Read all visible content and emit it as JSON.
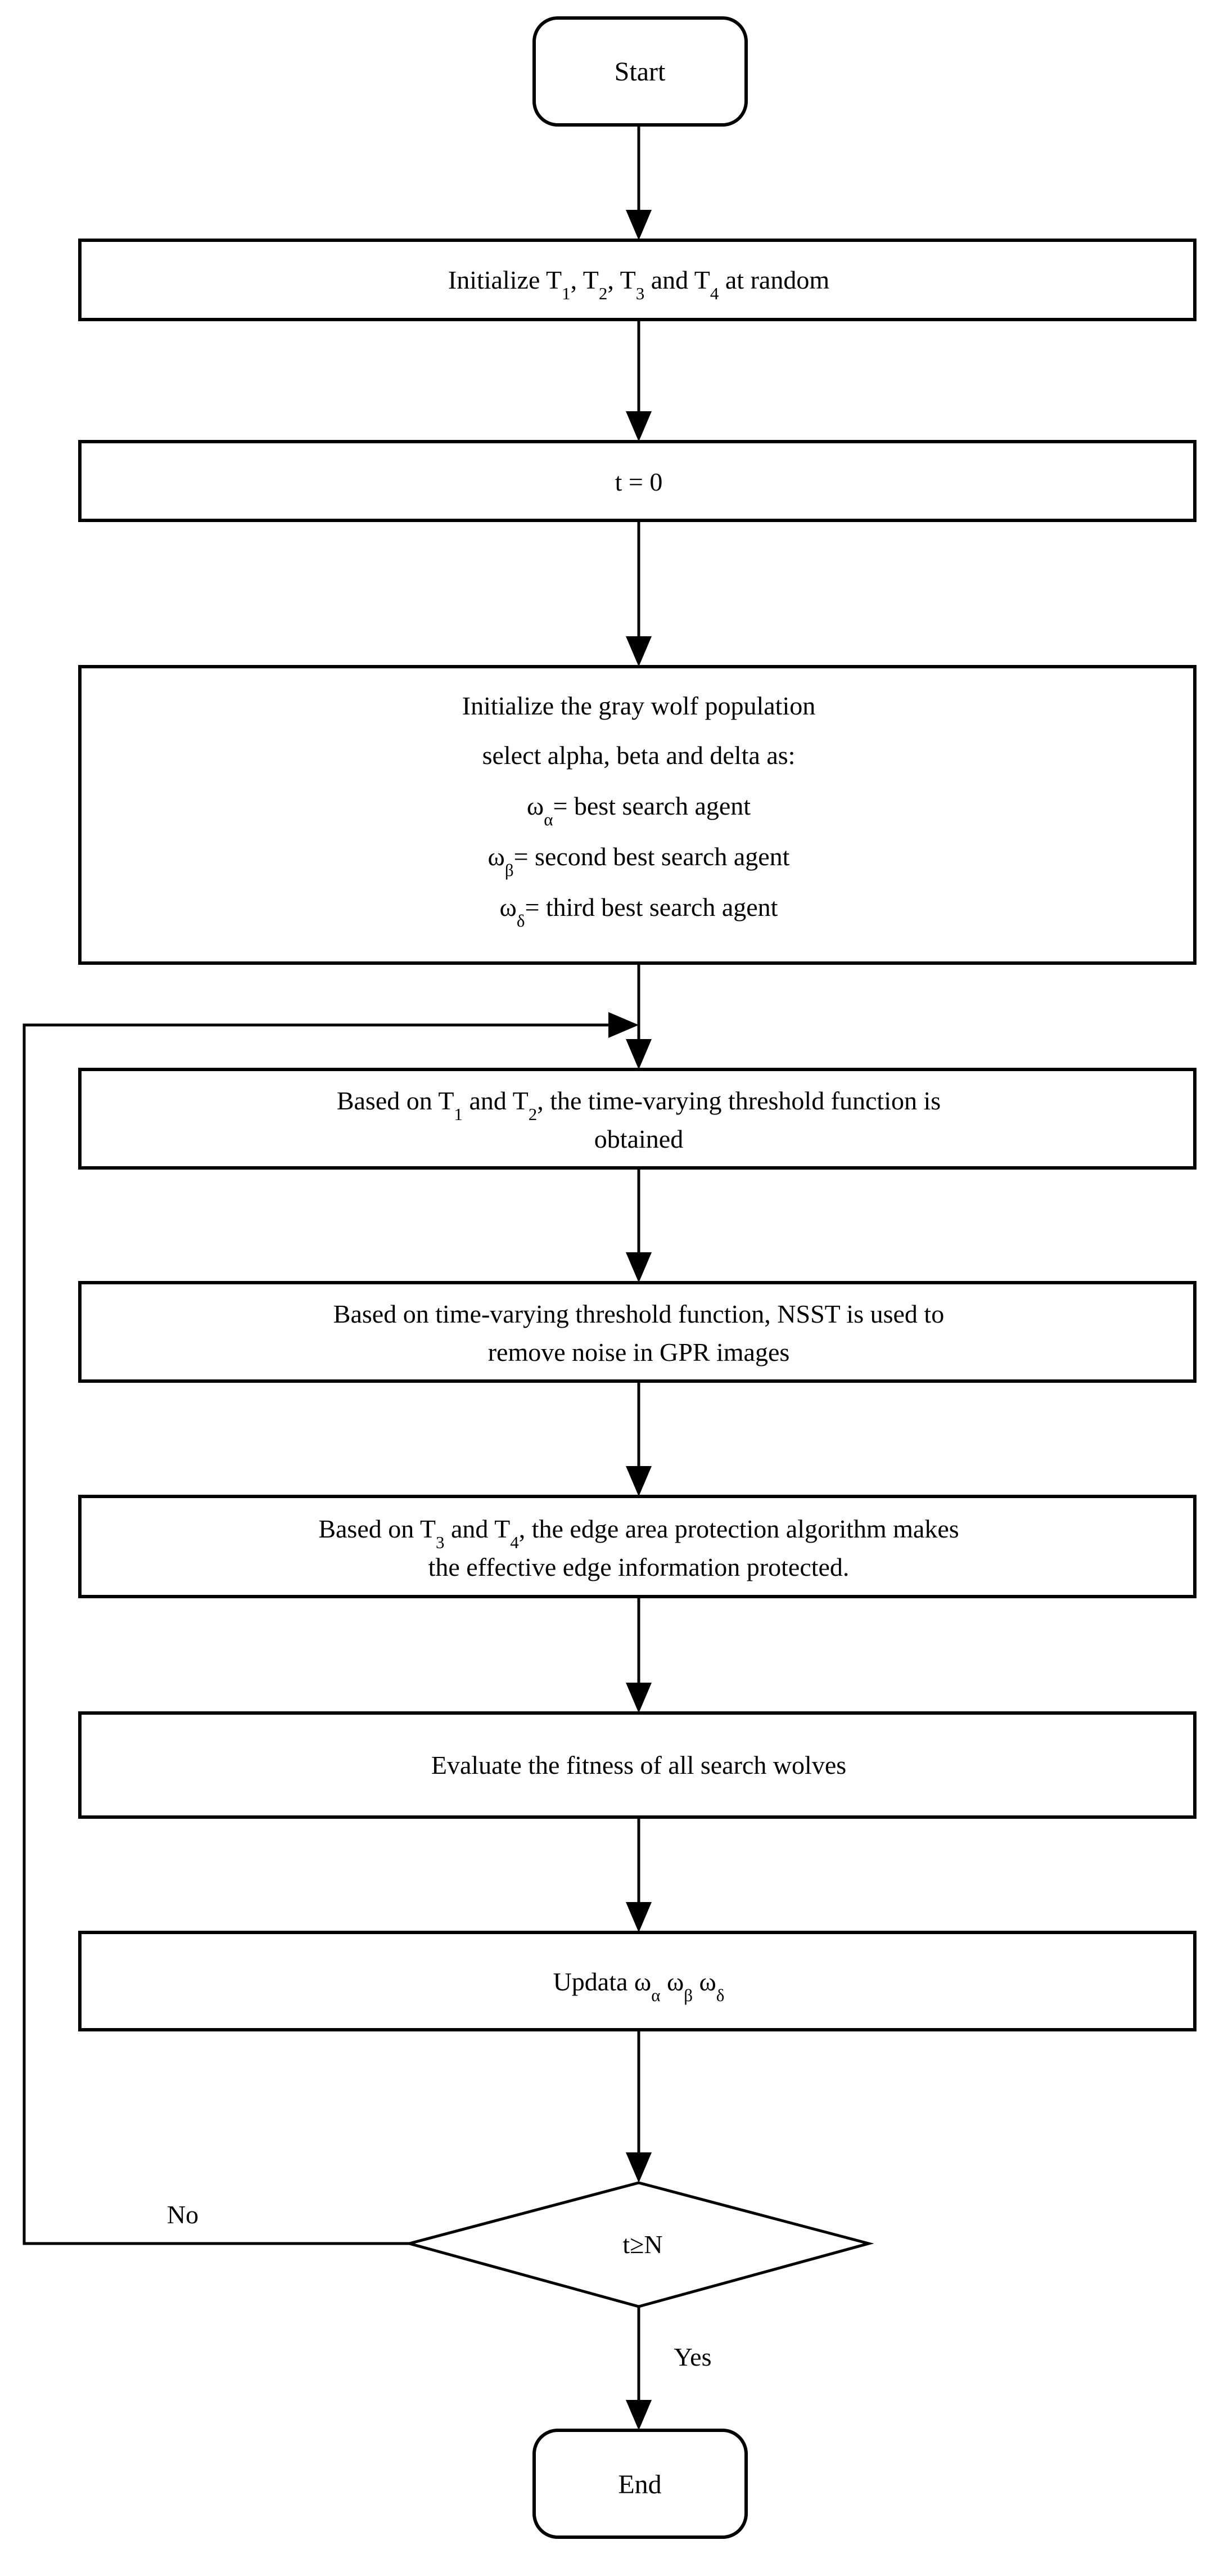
{
  "diagram": {
    "title": "GWO-based NSST GPR image denoising flowchart",
    "type": "flowchart",
    "background_color": "#ffffff",
    "line_color": "#000000",
    "text_color": "#000000"
  },
  "nodes": {
    "start": {
      "id": "start",
      "shape": "rounded-rectangle",
      "label": "Start"
    },
    "init_thresholds": {
      "id": "init-thresholds",
      "shape": "rectangle",
      "label_parts": [
        {
          "text": "Initialize T"
        },
        {
          "text": "1",
          "sub": true
        },
        {
          "text": ", T"
        },
        {
          "text": "2",
          "sub": true
        },
        {
          "text": ", T"
        },
        {
          "text": "3",
          "sub": true
        },
        {
          "text": " and T"
        },
        {
          "text": "4",
          "sub": true
        },
        {
          "text": " at random"
        }
      ],
      "plain_label": "Initialize T1, T2, T3 and T4 at random"
    },
    "t_zero": {
      "id": "t-zero",
      "shape": "rectangle",
      "label": "t = 0"
    },
    "init_wolves": {
      "id": "init-wolf-population",
      "shape": "rectangle",
      "lines": [
        {
          "parts": [
            {
              "text": "Initialize the gray wolf population"
            }
          ]
        },
        {
          "parts": [
            {
              "text": "select alpha, beta and delta as:"
            }
          ]
        },
        {
          "parts": [
            {
              "text": "ω"
            },
            {
              "text": "α",
              "sub": true
            },
            {
              "text": "=  best search agent"
            }
          ]
        },
        {
          "parts": [
            {
              "text": "ω"
            },
            {
              "text": "β",
              "sub": true
            },
            {
              "text": "= second best search agent"
            }
          ]
        },
        {
          "parts": [
            {
              "text": "ω"
            },
            {
              "text": "δ",
              "sub": true
            },
            {
              "text": "= third best search agent"
            }
          ]
        }
      ],
      "plain_label": "Initialize the gray wolf population select alpha, beta and delta as: ωα = best search agent, ωβ = second best search agent, ωδ = third best search agent"
    },
    "threshold_function": {
      "id": "time-varying-threshold-function",
      "shape": "rectangle",
      "lines": [
        {
          "parts": [
            {
              "text": "Based on T"
            },
            {
              "text": "1",
              "sub": true
            },
            {
              "text": " and T"
            },
            {
              "text": "2",
              "sub": true
            },
            {
              "text": ", the time-varying threshold function is"
            }
          ]
        },
        {
          "parts": [
            {
              "text": "obtained"
            }
          ]
        }
      ],
      "plain_label": "Based on T1 and T2, the time-varying threshold function is obtained"
    },
    "nsst_denoise": {
      "id": "nsst-remove-noise",
      "shape": "rectangle",
      "lines": [
        {
          "parts": [
            {
              "text": "Based on time-varying threshold function, NSST is used to"
            }
          ]
        },
        {
          "parts": [
            {
              "text": "remove noise in GPR images"
            }
          ]
        }
      ],
      "plain_label": "Based on time-varying threshold function, NSST is used to remove noise in GPR images"
    },
    "edge_protection": {
      "id": "edge-area-protection",
      "shape": "rectangle",
      "lines": [
        {
          "parts": [
            {
              "text": "Based on T"
            },
            {
              "text": "3",
              "sub": true
            },
            {
              "text": " and T"
            },
            {
              "text": "4",
              "sub": true
            },
            {
              "text": ", the edge area protection algorithm makes"
            }
          ]
        },
        {
          "parts": [
            {
              "text": "the effective edge information protected."
            }
          ]
        }
      ],
      "plain_label": "Based on T3 and T4, the edge area protection algorithm makes the effective edge information protected."
    },
    "evaluate_fitness": {
      "id": "evaluate-fitness",
      "shape": "rectangle",
      "label": "Evaluate the fitness of all search wolves"
    },
    "update_wolves": {
      "id": "update-wolves",
      "shape": "rectangle",
      "lines": [
        {
          "parts": [
            {
              "text": "Updata ω"
            },
            {
              "text": "α",
              "sub": true
            },
            {
              "text": " ω"
            },
            {
              "text": "β",
              "sub": true
            },
            {
              "text": " ω"
            },
            {
              "text": "δ",
              "sub": true
            }
          ]
        }
      ],
      "plain_label": "Updata ωα ωβ ωδ"
    },
    "decision": {
      "id": "iteration-check",
      "shape": "diamond",
      "label": "t≥N"
    },
    "end": {
      "id": "end",
      "shape": "rounded-rectangle",
      "label": "End"
    }
  },
  "edge_labels": {
    "no": "No",
    "yes": "Yes"
  }
}
